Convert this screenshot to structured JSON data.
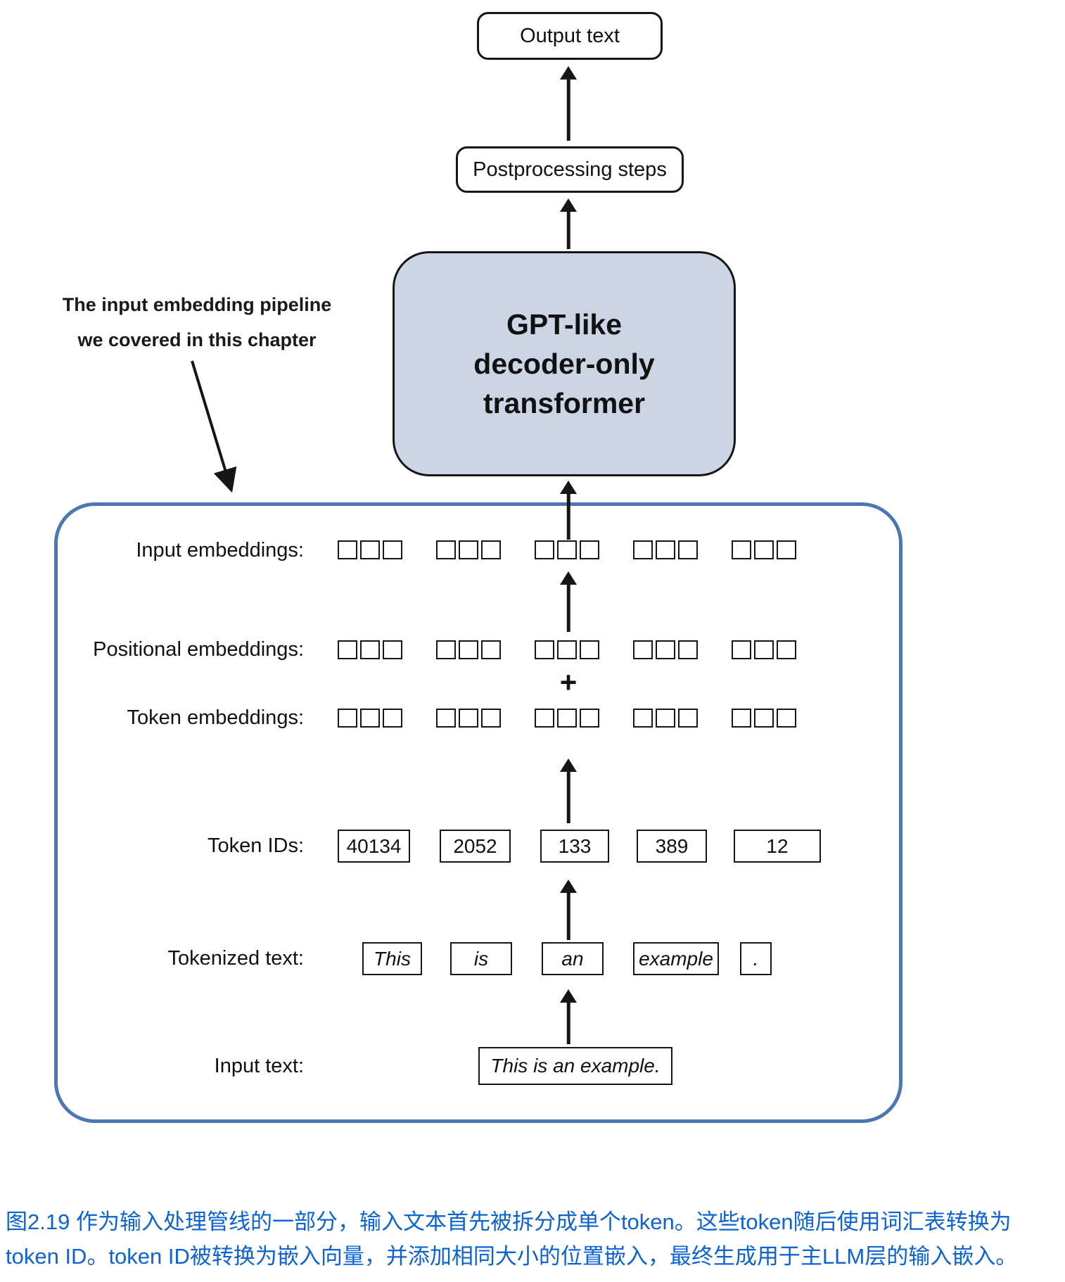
{
  "flow": {
    "output_text": "Output text",
    "postprocessing": "Postprocessing steps",
    "transformer_lines": [
      "GPT-like",
      "decoder-only",
      "transformer"
    ]
  },
  "annotation": {
    "line1": "The input embedding pipeline",
    "line2": "we covered in this chapter"
  },
  "pipeline": {
    "labels": {
      "input_embeddings": "Input embeddings:",
      "positional_embeddings": "Positional embeddings:",
      "token_embeddings": "Token embeddings:",
      "token_ids": "Token IDs:",
      "tokenized_text": "Tokenized text:",
      "input_text": "Input text:"
    },
    "plus_sign": "+",
    "embedding_grid": {
      "rows": 3,
      "groups": 5,
      "cells_per_group": 3
    },
    "token_ids": [
      "40134",
      "2052",
      "133",
      "389",
      "12"
    ],
    "tokens": [
      "This",
      "is",
      "an",
      "example",
      "."
    ],
    "input_text_value": "This is an example."
  },
  "caption": {
    "line1": "图2.19 作为输入处理管线的一部分，输入文本首先被拆分成单个token。这些token随后使用词汇表转换为",
    "line2": "token ID。token ID被转换为嵌入向量，并添加相同大小的位置嵌入，最终生成用于主LLM层的输入嵌入。"
  },
  "colors": {
    "transformer_fill": "#cbd5e4",
    "pipeline_border": "#4d77b2",
    "caption_blue": "#0c63d6"
  }
}
